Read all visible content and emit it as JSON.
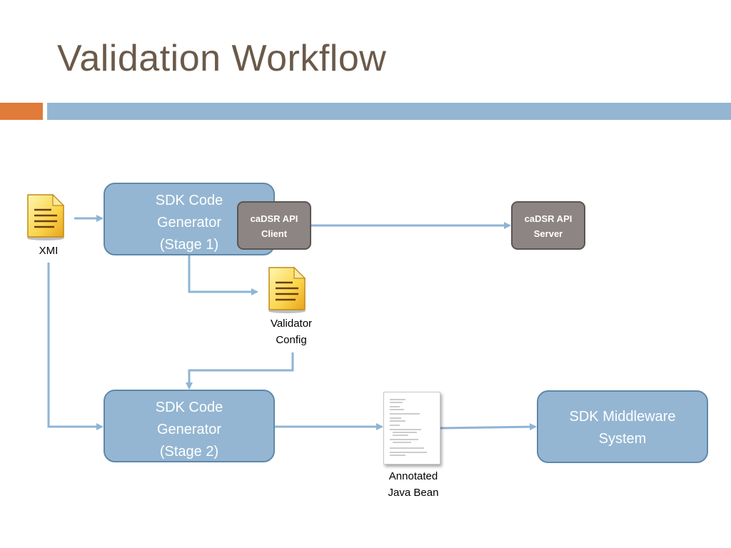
{
  "slide": {
    "title": "Validation Workflow"
  },
  "nodes": {
    "xmi": {
      "caption": "XMI",
      "icon": "document-icon"
    },
    "stage1": {
      "label": "SDK Code\nGenerator\n(Stage 1)"
    },
    "api_client": {
      "label": "caDSR API\nClient"
    },
    "api_server": {
      "label": "caDSR API\nServer"
    },
    "validator_config": {
      "caption": "Validator\nConfig",
      "icon": "document-icon"
    },
    "stage2": {
      "label": "SDK Code\nGenerator\n(Stage 2)"
    },
    "java_bean": {
      "caption": "Annotated\nJava Bean",
      "icon": "code-page-icon"
    },
    "middleware": {
      "label": "SDK Middleware\nSystem"
    }
  },
  "colors": {
    "title": "#6b5a4a",
    "accent_orange": "#e07b39",
    "accent_blue": "#94b6d2",
    "box_fill": "#94b6d2",
    "box_border": "#5f88aa",
    "api_box_fill": "#8d8583",
    "arrow": "#8fb4d4"
  }
}
